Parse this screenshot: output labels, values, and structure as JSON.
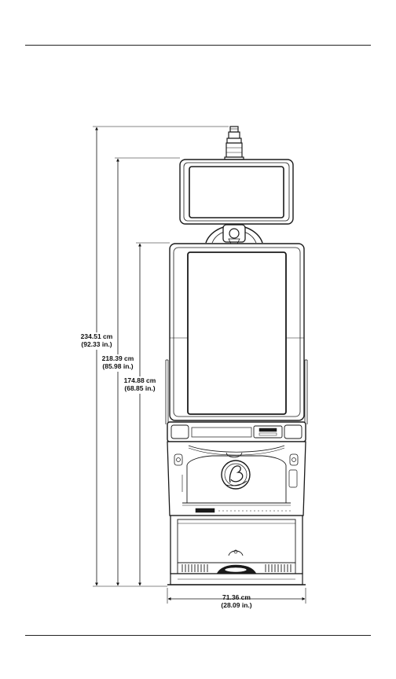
{
  "dimensions": {
    "overall_height": {
      "metric": "234.51 cm",
      "imperial": "(92.33 in.)"
    },
    "topper_height": {
      "metric": "218.39 cm",
      "imperial": "(85.98 in.)"
    },
    "main_height": {
      "metric": "174.88 cm",
      "imperial": "(68.85 in.)"
    },
    "width": {
      "metric": "71.36 cm",
      "imperial": "(28.09 in.)"
    }
  }
}
